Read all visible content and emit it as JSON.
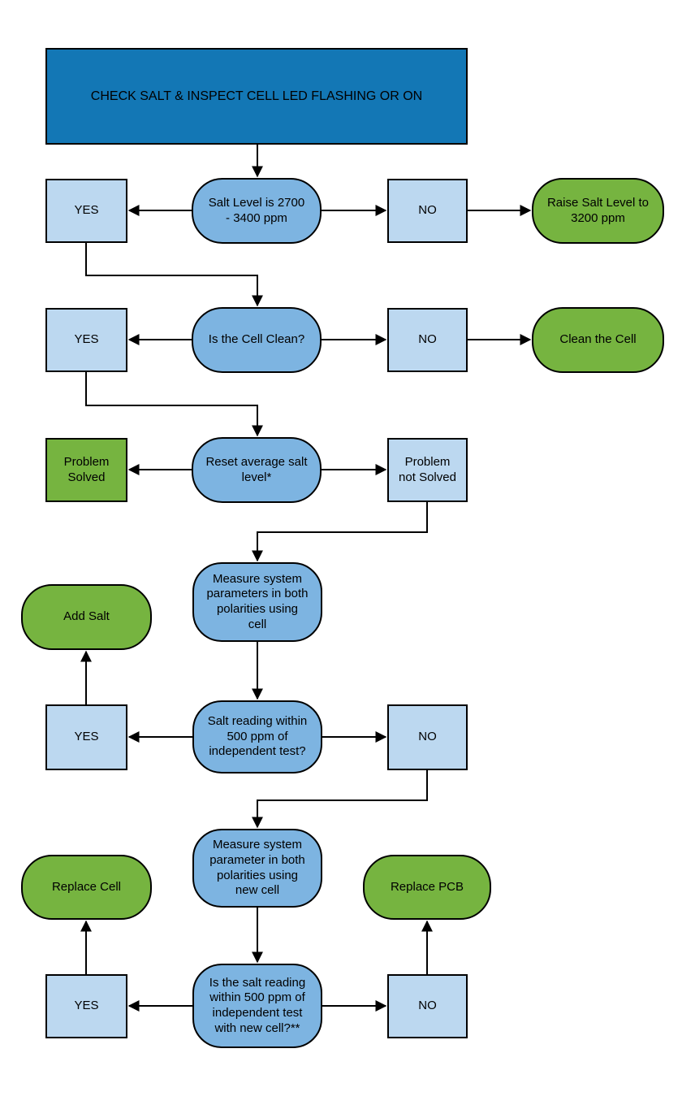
{
  "diagram": {
    "type": "flowchart",
    "colors": {
      "header_fill": "#1377B5",
      "decision_fill": "#7DB4E1",
      "label_box_fill": "#BCD8F0",
      "action_fill": "#76B440",
      "outline": "#000000",
      "text": "#000000"
    },
    "nodes": {
      "start": {
        "label": "CHECK SALT & INSPECT CELL LED FLASHING OR ON"
      },
      "salt_level": {
        "label": "Salt Level is 2700\n- 3400 ppm"
      },
      "yes1": {
        "label": "YES"
      },
      "no1": {
        "label": "NO"
      },
      "raise_salt": {
        "label": "Raise Salt Level to\n3200 ppm"
      },
      "cell_clean": {
        "label": "Is the Cell Clean?"
      },
      "yes2": {
        "label": "YES"
      },
      "no2": {
        "label": "NO"
      },
      "clean_cell": {
        "label": "Clean the Cell"
      },
      "problem_solved": {
        "label": "Problem\nSolved"
      },
      "reset_salt": {
        "label": "Reset average salt\nlevel*"
      },
      "problem_not_solved": {
        "label": "Problem\nnot Solved"
      },
      "measure_cell": {
        "label": "Measure system\nparameters in both\npolarities using\ncell"
      },
      "add_salt": {
        "label": "Add Salt"
      },
      "yes3": {
        "label": "YES"
      },
      "salt_reading": {
        "label": "Salt reading within\n500 ppm of\nindependent test?"
      },
      "no3": {
        "label": "NO"
      },
      "measure_new_cell": {
        "label": "Measure system\nparameter in both\npolarities using\nnew cell"
      },
      "replace_cell": {
        "label": "Replace Cell"
      },
      "replace_pcb": {
        "label": "Replace PCB"
      },
      "yes4": {
        "label": "YES"
      },
      "salt_reading_new_cell": {
        "label": "Is the salt reading\nwithin 500 ppm of\nindependent test\nwith new cell?**"
      },
      "no4": {
        "label": "NO"
      }
    }
  }
}
